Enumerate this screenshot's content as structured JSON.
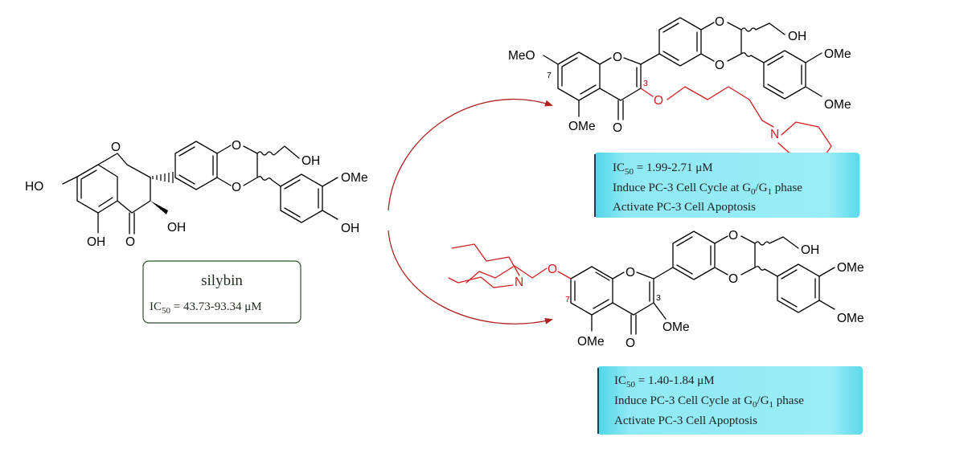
{
  "atoms": {
    "O": "O",
    "OH": "OH",
    "HO": "HO",
    "OMe": "OMe",
    "MeO": "MeO",
    "N": "N",
    "pos3": "3",
    "pos7": "7"
  },
  "silybin": {
    "name": "silybin",
    "ic50_prefix": "IC",
    "ic50_sub": "50",
    "ic50_value": " = 43.73-93.34 μM"
  },
  "product_top": {
    "ic50_prefix": "IC",
    "ic50_sub": "50",
    "ic50_value": " = 1.99-2.71 μM",
    "cell_cycle_text": "Induce PC-3 Cell Cycle at G",
    "g0_sub": "0",
    "slash_g": "/G",
    "g1_sub": "1",
    "phase_text": " phase",
    "apoptosis": "Activate PC-3 Cell Apoptosis"
  },
  "product_bottom": {
    "ic50_prefix": "IC",
    "ic50_sub": "50",
    "ic50_value": " = 1.40-1.84 μM",
    "cell_cycle_text": "Induce PC-3 Cell Cycle at G",
    "g0_sub": "0",
    "slash_g": "/G",
    "g1_sub": "1",
    "phase_text": " phase",
    "apoptosis": "Activate PC-3 Cell Apoptosis"
  },
  "colors": {
    "modification": "#d21f1f",
    "arrow": "#b02020",
    "silybin_box_border": "#2f4f2f",
    "info_box_fill": "#8fe9f4"
  }
}
